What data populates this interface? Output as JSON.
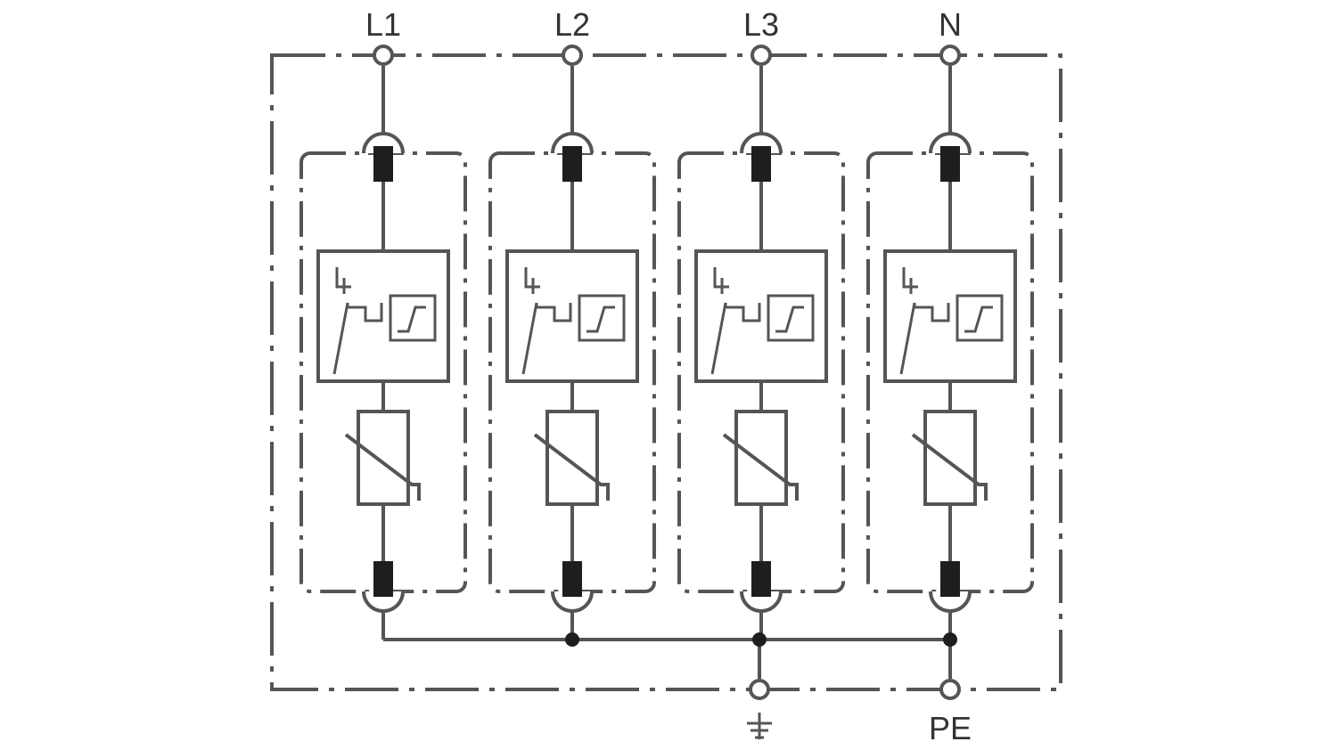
{
  "diagram": {
    "line_color": "#555555",
    "fill_color": "#1e1e1e",
    "terminals_top": [
      {
        "label": "L1"
      },
      {
        "label": "L2"
      },
      {
        "label": "L3"
      },
      {
        "label": "N"
      }
    ],
    "terminals_bottom": [
      {
        "label": "",
        "icon": "ground-icon"
      },
      {
        "label": "PE"
      }
    ],
    "module_count": 4
  }
}
